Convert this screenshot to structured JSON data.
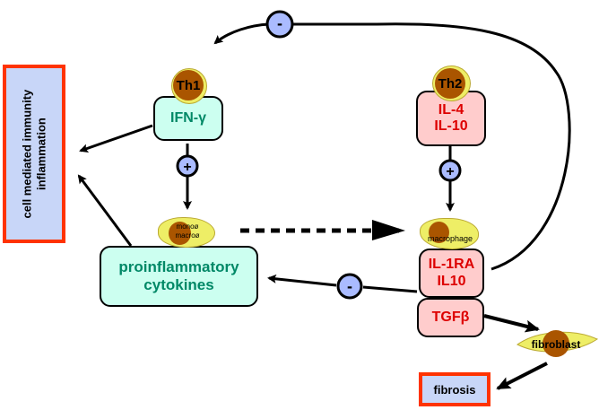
{
  "outcomes": {
    "cell_mediated": {
      "line1": "cell mediated immunity",
      "line2": "inflammation"
    },
    "fibrosis": "fibrosis"
  },
  "th1": {
    "cell_label": "Th1",
    "cytokine": "IFN-γ",
    "modifier": "+"
  },
  "th2": {
    "cell_label": "Th2",
    "cytokine_line1": "IL-4",
    "cytokine_line2": "IL-10",
    "modifier": "+"
  },
  "mono_macro": {
    "cell_label_line1": "monoø",
    "cell_label_line2": "macroø",
    "output_line1": "proinflammatory",
    "output_line2": "cytokines"
  },
  "macrophage": {
    "cell_label": "macrophage",
    "output1_line1": "IL-1RA",
    "output1_line2": "IL10",
    "output2": "TGFβ"
  },
  "fibroblast": {
    "cell_label": "fibroblast"
  },
  "inhibitors": {
    "top": "-",
    "middle": "-"
  },
  "colors": {
    "outcome_fill": "#c8d6f8",
    "outcome_border": "#ff3300",
    "th1_box_fill": "#ccfff0",
    "th1_text": "#008866",
    "th2_box_fill": "#ffcccc",
    "th2_text": "#dd0000",
    "cell_body": "#eeee66",
    "cell_nucleus": "#aa5500",
    "modifier_fill": "#aabbff"
  }
}
